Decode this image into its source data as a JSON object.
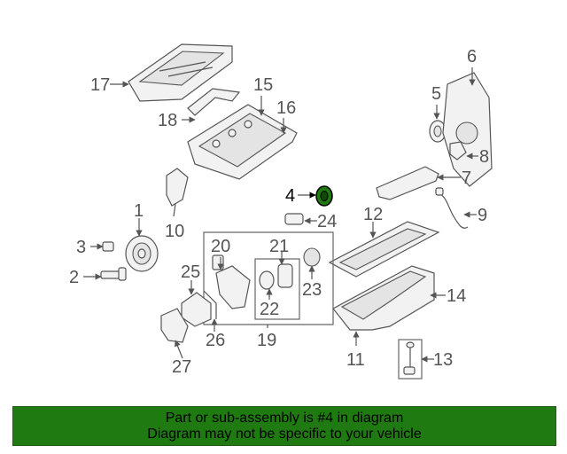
{
  "callouts": {
    "n1": "1",
    "n2": "2",
    "n3": "3",
    "n4": "4",
    "n5": "5",
    "n6": "6",
    "n7": "7",
    "n8": "8",
    "n9": "9",
    "n10": "10",
    "n11": "11",
    "n12": "12",
    "n13": "13",
    "n14": "14",
    "n15": "15",
    "n16": "16",
    "n17": "17",
    "n18": "18",
    "n19": "19",
    "n20": "20",
    "n21": "21",
    "n22": "22",
    "n23": "23",
    "n24": "24",
    "n25": "25",
    "n26": "26",
    "n27": "27"
  },
  "highlight": {
    "color": "#1f7a12",
    "part": "4"
  },
  "banner": {
    "line1": "Part or sub-assembly is #4 in diagram",
    "line2": "Diagram may not be specific to your vehicle",
    "color": "#1f7a12"
  }
}
